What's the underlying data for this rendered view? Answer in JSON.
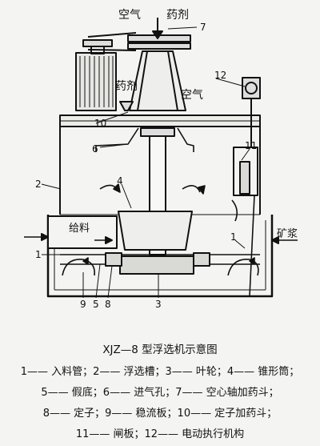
{
  "labels": {
    "air_top": "空气",
    "reagent_top": "药剂",
    "reagent_mid": "药剂",
    "air_mid": "空气",
    "feed": "给料",
    "tailings": "矿浆"
  },
  "numbers": {
    "n1_left": "1",
    "n1_right": "1",
    "n2": "2",
    "n3": "3",
    "n4": "4",
    "n5": "5",
    "n6": "6",
    "n7": "7",
    "n8": "8",
    "n9": "9",
    "n10": "10",
    "n11": "11",
    "n12": "12"
  },
  "caption": {
    "title": "XJZ—8 型浮选机示意图",
    "line1": "1—— 入料管；2—— 浮选槽；3—— 叶轮；4—— 锥形筒；",
    "line2": "5—— 假底；6—— 进气孔；7—— 空心轴加药斗；",
    "line3": "8—— 定子；9—— 稳流板；10—— 定子加药斗；",
    "line4": "11—— 闸板；12—— 电动执行机构"
  }
}
